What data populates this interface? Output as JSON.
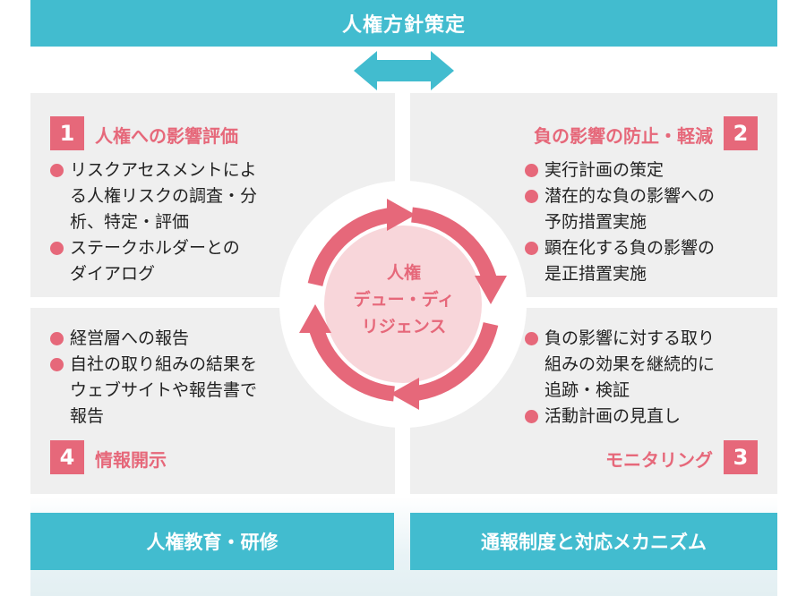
{
  "header": {
    "title": "人権方針策定"
  },
  "quadrants": {
    "q1": {
      "number": "1",
      "title": "人権への影響評価",
      "bullets": [
        {
          "lines": [
            "リスクアセスメントによ",
            "る人権リスクの調査・分",
            "析、特定・評価"
          ]
        },
        {
          "lines": [
            "ステークホルダーとの",
            "ダイアログ"
          ]
        }
      ]
    },
    "q2": {
      "number": "2",
      "title": "負の影響の防止・軽減",
      "bullets": [
        {
          "lines": [
            "実行計画の策定"
          ]
        },
        {
          "lines": [
            "潜在的な負の影響への",
            "予防措置実施"
          ]
        },
        {
          "lines": [
            "顕在化する負の影響の",
            "是正措置実施"
          ]
        }
      ]
    },
    "q3": {
      "number": "3",
      "title": "モニタリング",
      "bullets": [
        {
          "lines": [
            "負の影響に対する取り",
            "組みの効果を継続的に",
            "追跡・検証"
          ]
        },
        {
          "lines": [
            "活動計画の見直し"
          ]
        }
      ]
    },
    "q4": {
      "number": "4",
      "title": "情報開示",
      "bullets": [
        {
          "lines": [
            "経営層への報告"
          ]
        },
        {
          "lines": [
            "自社の取り組みの結果を",
            "ウェブサイトや報告書で",
            "報告"
          ]
        }
      ]
    }
  },
  "center": {
    "lines": [
      "人権",
      "デュー・ディ",
      "リジェンス"
    ]
  },
  "footer": {
    "left": "人権教育・研修",
    "right": "通報制度と対応メカニズム"
  },
  "colors": {
    "teal": "#42bccf",
    "pink": "#e6687a",
    "panel": "#efefef",
    "center_fill": "#f8d6da"
  }
}
